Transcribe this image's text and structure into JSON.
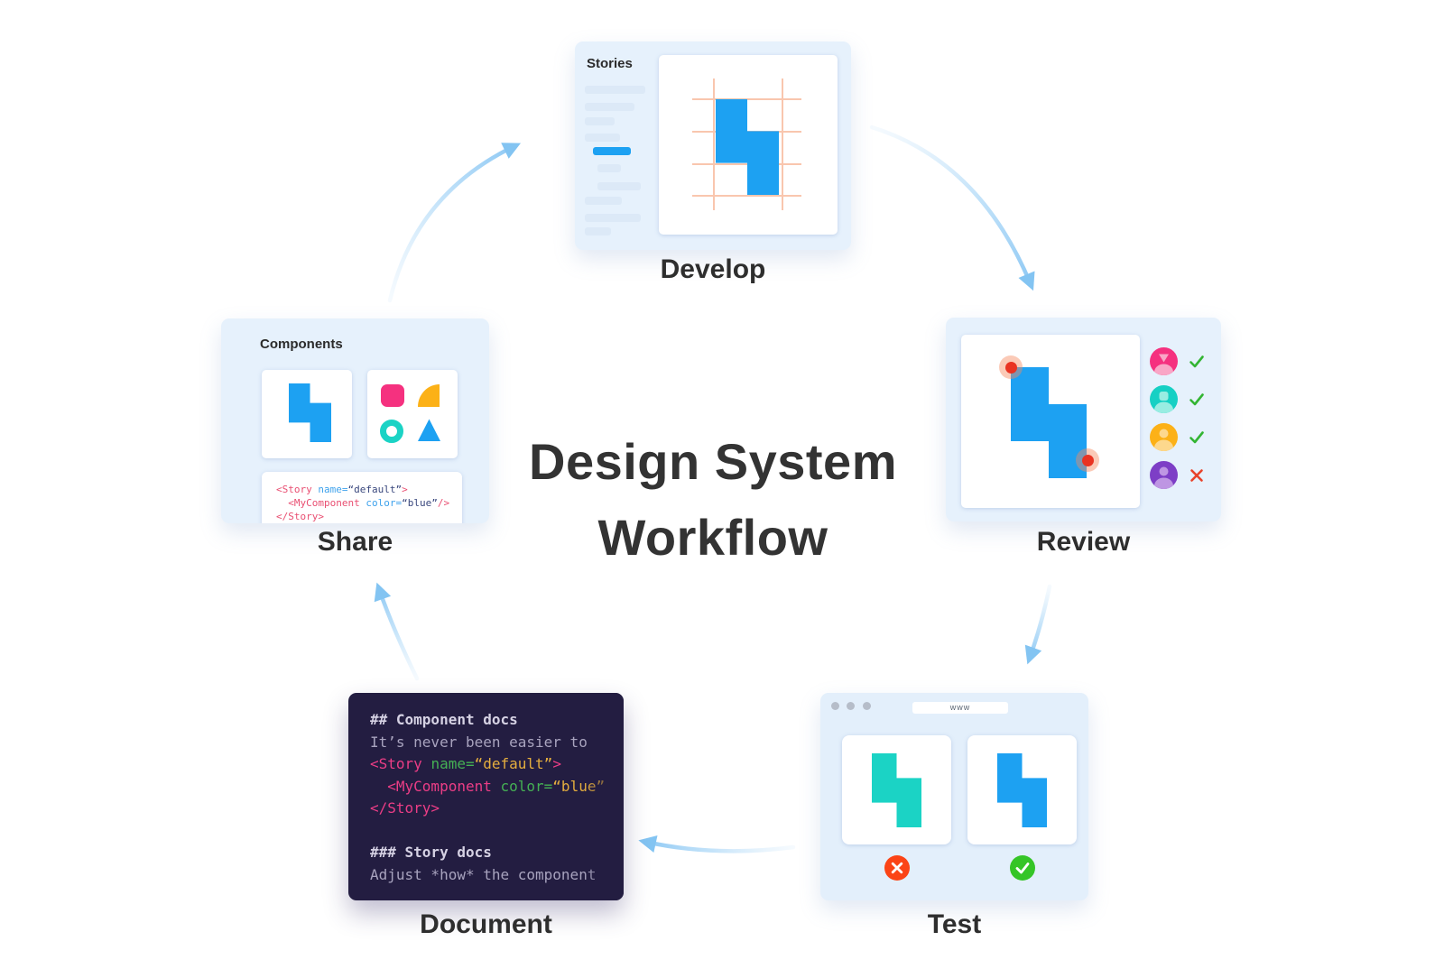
{
  "title": {
    "line1": "Design System",
    "line2": "Workflow"
  },
  "develop": {
    "label": "Develop",
    "sidebar_title": "Stories"
  },
  "review": {
    "label": "Review",
    "reviewers": [
      {
        "head": "triangle",
        "base": "#F5317F",
        "tint": "#F9A6C6",
        "status": "approved"
      },
      {
        "head": "square",
        "base": "#16D0C4",
        "tint": "#98EDE2",
        "status": "approved"
      },
      {
        "head": "circle",
        "base": "#FCB117",
        "tint": "#FDD88D",
        "status": "approved"
      },
      {
        "head": "circle",
        "base": "#7D3EC6",
        "tint": "#BE96E3",
        "status": "rejected"
      }
    ]
  },
  "test": {
    "label": "Test",
    "address": "www",
    "results": [
      {
        "variant": "teal",
        "status": "fail"
      },
      {
        "variant": "blue",
        "status": "pass"
      }
    ]
  },
  "document": {
    "label": "Document",
    "code": [
      [
        {
          "t": "## Component docs",
          "c": "head"
        }
      ],
      [
        {
          "t": "It’s never been easier to",
          "c": "text"
        }
      ],
      [
        {
          "t": "<Story ",
          "c": "tag"
        },
        {
          "t": "name=",
          "c": "attr"
        },
        {
          "t": "“default”",
          "c": "str"
        },
        {
          "t": ">",
          "c": "tag"
        }
      ],
      [
        {
          "t": "  ",
          "c": "text"
        },
        {
          "t": "<MyComponent ",
          "c": "tag"
        },
        {
          "t": "color=",
          "c": "attr"
        },
        {
          "t": "“blue”",
          "c": "str"
        }
      ],
      [
        {
          "t": "</Story>",
          "c": "tag"
        }
      ],
      [],
      [
        {
          "t": "### Story docs",
          "c": "head"
        }
      ],
      [
        {
          "t": "Adjust *how* the component",
          "c": "text"
        }
      ]
    ]
  },
  "share": {
    "label": "Share",
    "panel_title": "Components",
    "code": [
      [
        {
          "t": "<Story ",
          "c": "tag"
        },
        {
          "t": "name=",
          "c": "attr"
        },
        {
          "t": "“default”",
          "c": "str"
        },
        {
          "t": ">",
          "c": "tag"
        }
      ],
      [
        {
          "t": "  ",
          "c": "text"
        },
        {
          "t": "<MyComponent ",
          "c": "tag"
        },
        {
          "t": "color=",
          "c": "attr"
        },
        {
          "t": "“blue”",
          "c": "str"
        },
        {
          "t": "/>",
          "c": "tag"
        }
      ],
      [
        {
          "t": "</Story>",
          "c": "tag"
        }
      ]
    ]
  },
  "colors": {
    "blue": "#1DA1F2",
    "teal": "#1BD3C5",
    "pink": "#F5317F",
    "yellow": "#FCB117",
    "purple": "#7D3EC6",
    "grid_salmon": "#F9C6AE",
    "card_bg": "#E6F1FC",
    "code_bg": "#231D41",
    "skeleton": "#DCE9F7",
    "arrow_blue": "#8FC9F4",
    "arrow_head": "#83C4F2",
    "check_green": "#33B533",
    "cross_red": "#E8432B",
    "badge_green": "#35C527",
    "badge_red": "#FB4416",
    "comment_red": "#E93322"
  }
}
